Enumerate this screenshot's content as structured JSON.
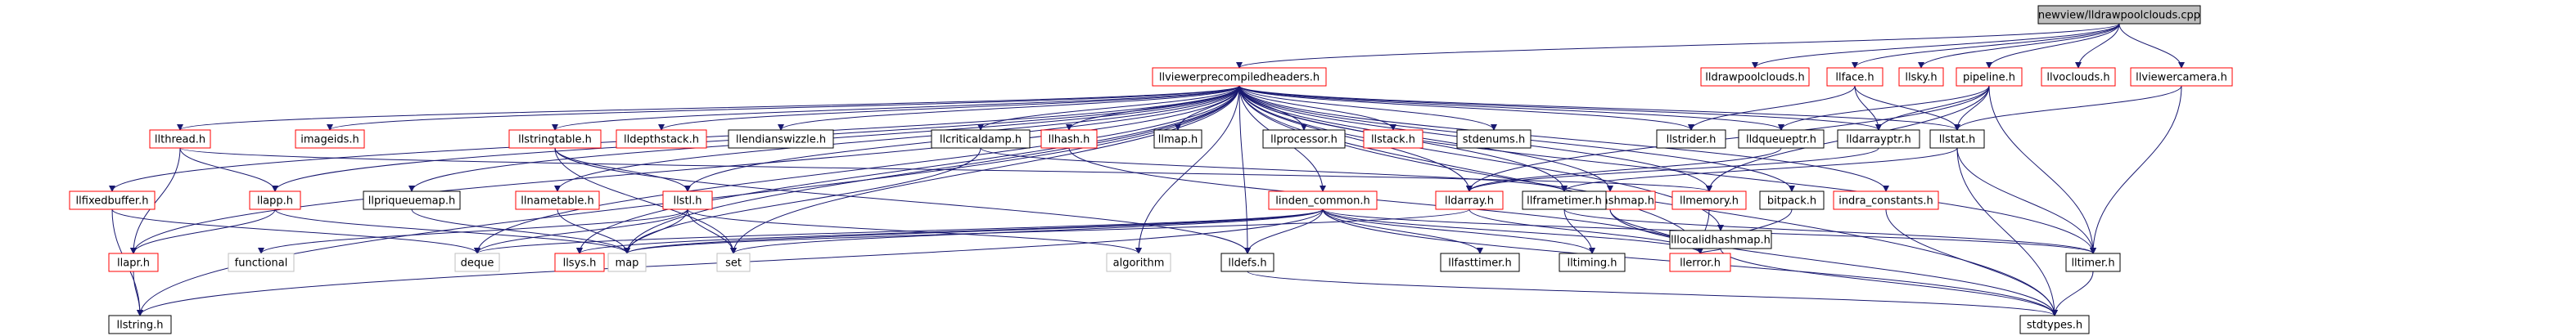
{
  "diagram": {
    "nodes": [
      {
        "id": "root",
        "label": "newview/lldrawpoolclouds.cpp",
        "style": "root"
      },
      {
        "id": "llviewerprecompiledheaders_h",
        "label": "llviewerprecompiledheaders.h",
        "style": "red"
      },
      {
        "id": "lldrawpoolclouds_h",
        "label": "lldrawpoolclouds.h",
        "style": "red"
      },
      {
        "id": "llface_h",
        "label": "llface.h",
        "style": "red"
      },
      {
        "id": "llsky_h",
        "label": "llsky.h",
        "style": "red"
      },
      {
        "id": "pipeline_h",
        "label": "pipeline.h",
        "style": "red"
      },
      {
        "id": "llvoclouds_h",
        "label": "llvoclouds.h",
        "style": "red"
      },
      {
        "id": "llviewercamera_h",
        "label": "llviewercamera.h",
        "style": "red"
      },
      {
        "id": "llthread_h",
        "label": "llthread.h",
        "style": "red"
      },
      {
        "id": "imageids_h",
        "label": "imageids.h",
        "style": "red"
      },
      {
        "id": "llstringtable_h",
        "label": "llstringtable.h",
        "style": "red"
      },
      {
        "id": "lldepthstack_h",
        "label": "lldepthstack.h",
        "style": "red"
      },
      {
        "id": "llendianswizzle_h",
        "label": "llendianswizzle.h",
        "style": "black"
      },
      {
        "id": "llcriticaldamp_h",
        "label": "llcriticaldamp.h",
        "style": "black"
      },
      {
        "id": "llhash_h",
        "label": "llhash.h",
        "style": "red"
      },
      {
        "id": "llmap_h",
        "label": "llmap.h",
        "style": "black"
      },
      {
        "id": "llprocessor_h",
        "label": "llprocessor.h",
        "style": "black"
      },
      {
        "id": "llstack_h",
        "label": "llstack.h",
        "style": "red"
      },
      {
        "id": "stdenums_h",
        "label": "stdenums.h",
        "style": "black"
      },
      {
        "id": "llstrider_h",
        "label": "llstrider.h",
        "style": "black"
      },
      {
        "id": "lldqueueptr_h",
        "label": "lldqueueptr.h",
        "style": "black"
      },
      {
        "id": "lldarrayptr_h",
        "label": "lldarrayptr.h",
        "style": "black"
      },
      {
        "id": "llstat_h",
        "label": "llstat.h",
        "style": "black"
      },
      {
        "id": "llfixedbuffer_h",
        "label": "llfixedbuffer.h",
        "style": "red"
      },
      {
        "id": "llapp_h",
        "label": "llapp.h",
        "style": "red"
      },
      {
        "id": "llpriqueuemap_h",
        "label": "llpriqueuemap.h",
        "style": "black"
      },
      {
        "id": "llnametable_h",
        "label": "llnametable.h",
        "style": "red"
      },
      {
        "id": "llstl_h",
        "label": "llstl.h",
        "style": "red"
      },
      {
        "id": "lldarray_h",
        "label": "lldarray.h",
        "style": "red"
      },
      {
        "id": "indra_constants_h",
        "label": "indra_constants.h",
        "style": "red"
      },
      {
        "id": "llmemory_h",
        "label": "llmemory.h",
        "style": "red"
      },
      {
        "id": "bitpack_h",
        "label": "bitpack.h",
        "style": "black"
      },
      {
        "id": "lluuidhashmap_h",
        "label": "lluuidhashmap.h",
        "style": "red"
      },
      {
        "id": "lllocalidhashmap_h",
        "label": "lllocalidhashmap.h",
        "style": "black"
      },
      {
        "id": "llframetimer_h",
        "label": "llframetimer.h",
        "style": "black"
      },
      {
        "id": "linden_common_h",
        "label": "linden_common.h",
        "style": "red"
      },
      {
        "id": "llapr_h",
        "label": "llapr.h",
        "style": "red"
      },
      {
        "id": "functional",
        "label": "functional",
        "style": "gray"
      },
      {
        "id": "deque",
        "label": "deque",
        "style": "gray"
      },
      {
        "id": "map",
        "label": "map",
        "style": "gray"
      },
      {
        "id": "llsys_h",
        "label": "llsys.h",
        "style": "red"
      },
      {
        "id": "set",
        "label": "set",
        "style": "gray"
      },
      {
        "id": "algorithm",
        "label": "algorithm",
        "style": "gray"
      },
      {
        "id": "lldefs_h",
        "label": "lldefs.h",
        "style": "black"
      },
      {
        "id": "llfasttimer_h",
        "label": "llfasttimer.h",
        "style": "black"
      },
      {
        "id": "lltiming_h",
        "label": "lltiming.h",
        "style": "black"
      },
      {
        "id": "llerror_h",
        "label": "llerror.h",
        "style": "red"
      },
      {
        "id": "lltimer_h",
        "label": "lltimer.h",
        "style": "black"
      },
      {
        "id": "llstring_h",
        "label": "llstring.h",
        "style": "black"
      },
      {
        "id": "stdtypes_h",
        "label": "stdtypes.h",
        "style": "black"
      }
    ],
    "edges": [
      [
        "root",
        "llviewerprecompiledheaders_h"
      ],
      [
        "root",
        "lldrawpoolclouds_h"
      ],
      [
        "root",
        "llface_h"
      ],
      [
        "root",
        "llsky_h"
      ],
      [
        "root",
        "pipeline_h"
      ],
      [
        "root",
        "llvoclouds_h"
      ],
      [
        "root",
        "llviewercamera_h"
      ],
      [
        "llviewerprecompiledheaders_h",
        "llthread_h"
      ],
      [
        "llviewerprecompiledheaders_h",
        "imageids_h"
      ],
      [
        "llviewerprecompiledheaders_h",
        "llstringtable_h"
      ],
      [
        "llviewerprecompiledheaders_h",
        "lldepthstack_h"
      ],
      [
        "llviewerprecompiledheaders_h",
        "llendianswizzle_h"
      ],
      [
        "llviewerprecompiledheaders_h",
        "llcriticaldamp_h"
      ],
      [
        "llviewerprecompiledheaders_h",
        "llhash_h"
      ],
      [
        "llviewerprecompiledheaders_h",
        "llmap_h"
      ],
      [
        "llviewerprecompiledheaders_h",
        "llprocessor_h"
      ],
      [
        "llviewerprecompiledheaders_h",
        "llstack_h"
      ],
      [
        "llviewerprecompiledheaders_h",
        "stdenums_h"
      ],
      [
        "llviewerprecompiledheaders_h",
        "llstrider_h"
      ],
      [
        "llviewerprecompiledheaders_h",
        "lldqueueptr_h"
      ],
      [
        "llviewerprecompiledheaders_h",
        "lldarrayptr_h"
      ],
      [
        "llviewerprecompiledheaders_h",
        "llstat_h"
      ],
      [
        "llviewerprecompiledheaders_h",
        "llfixedbuffer_h"
      ],
      [
        "llviewerprecompiledheaders_h",
        "llapp_h"
      ],
      [
        "llviewerprecompiledheaders_h",
        "llpriqueuemap_h"
      ],
      [
        "llviewerprecompiledheaders_h",
        "llnametable_h"
      ],
      [
        "llviewerprecompiledheaders_h",
        "llstl_h"
      ],
      [
        "llviewerprecompiledheaders_h",
        "lldarray_h"
      ],
      [
        "llviewerprecompiledheaders_h",
        "indra_constants_h"
      ],
      [
        "llviewerprecompiledheaders_h",
        "llmemory_h"
      ],
      [
        "llviewerprecompiledheaders_h",
        "bitpack_h"
      ],
      [
        "llviewerprecompiledheaders_h",
        "lluuidhashmap_h"
      ],
      [
        "llviewerprecompiledheaders_h",
        "lllocalidhashmap_h"
      ],
      [
        "llviewerprecompiledheaders_h",
        "llframetimer_h"
      ],
      [
        "llviewerprecompiledheaders_h",
        "linden_common_h"
      ],
      [
        "llviewerprecompiledheaders_h",
        "llapr_h"
      ],
      [
        "llviewerprecompiledheaders_h",
        "deque"
      ],
      [
        "llviewerprecompiledheaders_h",
        "map"
      ],
      [
        "llviewerprecompiledheaders_h",
        "llsys_h"
      ],
      [
        "llviewerprecompiledheaders_h",
        "set"
      ],
      [
        "llviewerprecompiledheaders_h",
        "algorithm"
      ],
      [
        "llviewerprecompiledheaders_h",
        "lldefs_h"
      ],
      [
        "llviewerprecompiledheaders_h",
        "llerror_h"
      ],
      [
        "llviewerprecompiledheaders_h",
        "lltimer_h"
      ],
      [
        "llviewerprecompiledheaders_h",
        "llstring_h"
      ],
      [
        "llviewerprecompiledheaders_h",
        "stdtypes_h"
      ],
      [
        "llface_h",
        "llstrider_h"
      ],
      [
        "llface_h",
        "lldarrayptr_h"
      ],
      [
        "llface_h",
        "llstat_h"
      ],
      [
        "pipeline_h",
        "lldqueueptr_h"
      ],
      [
        "pipeline_h",
        "lldarrayptr_h"
      ],
      [
        "pipeline_h",
        "llstat_h"
      ],
      [
        "pipeline_h",
        "llmemory_h"
      ],
      [
        "pipeline_h",
        "lldarray_h"
      ],
      [
        "pipeline_h",
        "lltimer_h"
      ],
      [
        "llviewercamera_h",
        "llstat_h"
      ],
      [
        "llviewercamera_h",
        "lltimer_h"
      ],
      [
        "llthread_h",
        "llapp_h"
      ],
      [
        "llthread_h",
        "llapr_h"
      ],
      [
        "llthread_h",
        "llmemory_h"
      ],
      [
        "llstringtable_h",
        "llstl_h"
      ],
      [
        "llstringtable_h",
        "set"
      ],
      [
        "llstringtable_h",
        "lldefs_h"
      ],
      [
        "llcriticaldamp_h",
        "llframetimer_h"
      ],
      [
        "llcriticaldamp_h",
        "map"
      ],
      [
        "llhash_h",
        "llerror_h"
      ],
      [
        "llstat_h",
        "llframetimer_h"
      ],
      [
        "llstat_h",
        "lltimer_h"
      ],
      [
        "llstat_h",
        "stdtypes_h"
      ],
      [
        "lldarrayptr_h",
        "lldarray_h"
      ],
      [
        "lldqueueptr_h",
        "lldarray_h"
      ],
      [
        "llfixedbuffer_h",
        "llstring_h"
      ],
      [
        "llfixedbuffer_h",
        "deque"
      ],
      [
        "llapp_h",
        "llapr_h"
      ],
      [
        "llapp_h",
        "map"
      ],
      [
        "llpriqueuemap_h",
        "map"
      ],
      [
        "llnametable_h",
        "map"
      ],
      [
        "llstl_h",
        "functional"
      ],
      [
        "llstl_h",
        "deque"
      ],
      [
        "llstl_h",
        "map"
      ],
      [
        "llstl_h",
        "set"
      ],
      [
        "llstl_h",
        "algorithm"
      ],
      [
        "lldarray_h",
        "llerror_h"
      ],
      [
        "lldarray_h",
        "map"
      ],
      [
        "llmemory_h",
        "llerror_h"
      ],
      [
        "bitpack_h",
        "llerror_h"
      ],
      [
        "lluuidhashmap_h",
        "llerror_h"
      ],
      [
        "lluuidhashmap_h",
        "stdtypes_h"
      ],
      [
        "lllocalidhashmap_h",
        "llerror_h"
      ],
      [
        "lllocalidhashmap_h",
        "stdtypes_h"
      ],
      [
        "llframetimer_h",
        "lltiming_h"
      ],
      [
        "llframetimer_h",
        "lltimer_h"
      ],
      [
        "indra_constants_h",
        "stdtypes_h"
      ],
      [
        "linden_common_h",
        "deque"
      ],
      [
        "linden_common_h",
        "map"
      ],
      [
        "linden_common_h",
        "llsys_h"
      ],
      [
        "linden_common_h",
        "set"
      ],
      [
        "linden_common_h",
        "lldefs_h"
      ],
      [
        "linden_common_h",
        "llfasttimer_h"
      ],
      [
        "linden_common_h",
        "lltiming_h"
      ],
      [
        "linden_common_h",
        "llerror_h"
      ],
      [
        "linden_common_h",
        "lltimer_h"
      ],
      [
        "linden_common_h",
        "llstring_h"
      ],
      [
        "linden_common_h",
        "stdtypes_h"
      ],
      [
        "llapr_h",
        "llstring_h"
      ],
      [
        "lldefs_h",
        "stdtypes_h"
      ],
      [
        "lltimer_h",
        "stdtypes_h"
      ]
    ]
  },
  "colors": {
    "background": "#ffffff",
    "node_fill": "#ffffff",
    "root_fill": "#bfbfbf",
    "border_black": "#000000",
    "border_red": "#ff0000",
    "border_gray": "#bfbfbf",
    "edge": "#191970",
    "text": "#000000"
  }
}
